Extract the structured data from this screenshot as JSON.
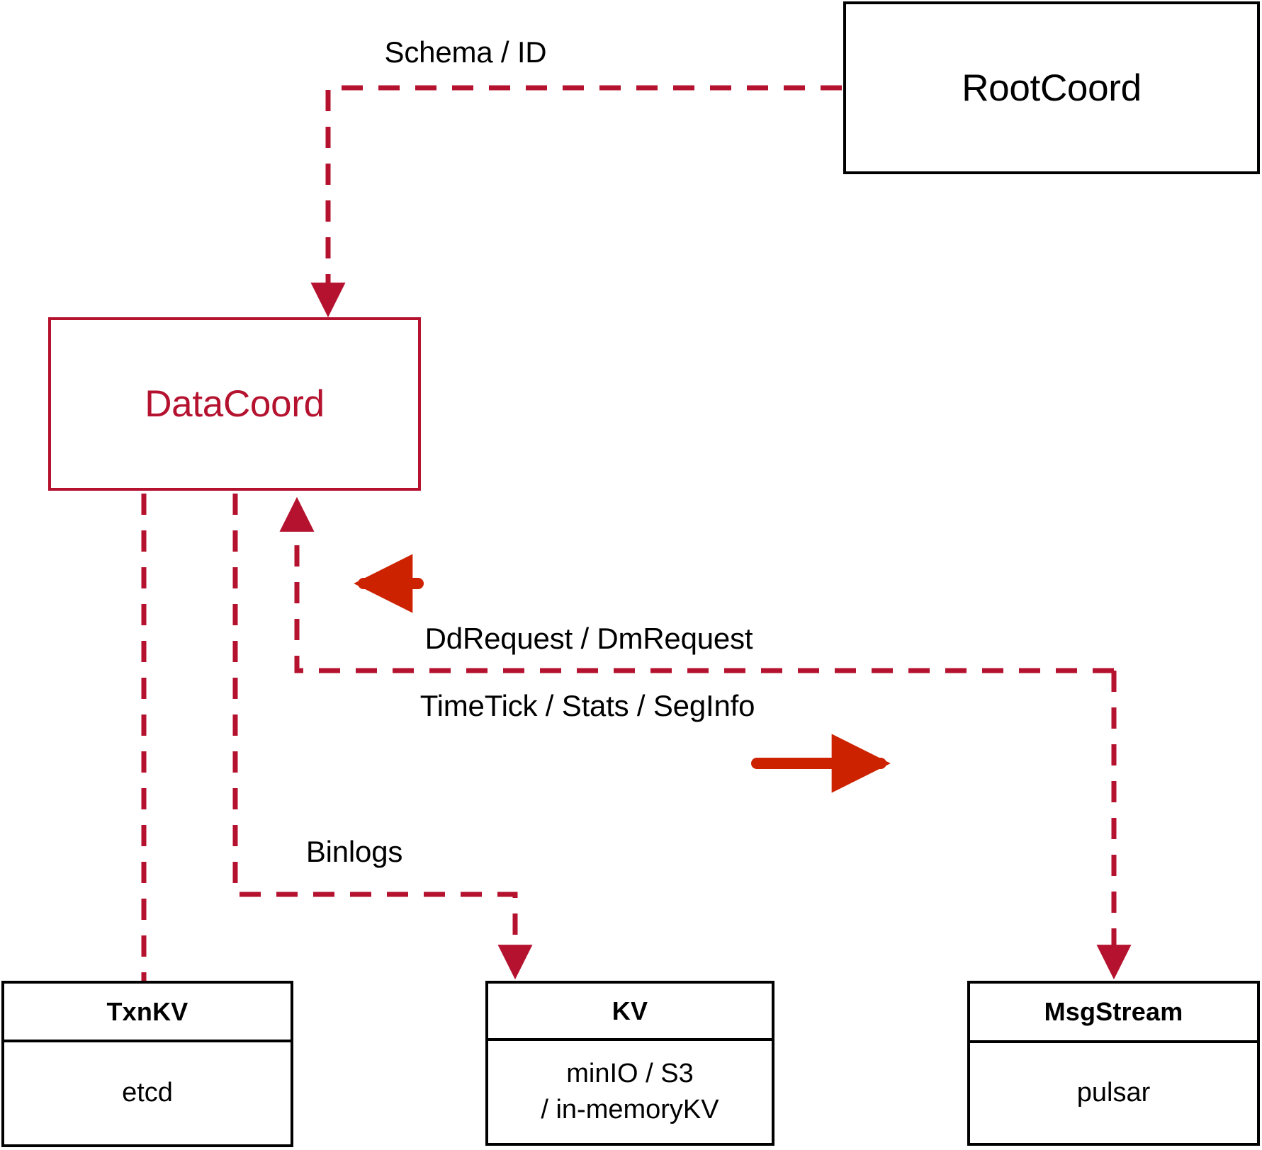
{
  "diagram": {
    "title": "DataCoord component architecture",
    "colors": {
      "accent": "#B4122E",
      "arrow_solid": "#CC2200",
      "outline": "#000000",
      "background": "#FFFFFF"
    },
    "nodes": {
      "rootcoord": {
        "label": "RootCoord"
      },
      "datacoord": {
        "label": "DataCoord"
      },
      "txnkv": {
        "title": "TxnKV",
        "impl_line1": "etcd"
      },
      "kv": {
        "title": "KV",
        "impl_line1": "minIO / S3",
        "impl_line2": "/ in-memoryKV"
      },
      "msgstream": {
        "title": "MsgStream",
        "impl_line1": "pulsar"
      }
    },
    "edge_labels": {
      "schema_id": "Schema / ID",
      "dd_dm_request": "DdRequest / DmRequest",
      "timetick_stats_seginfo": "TimeTick / Stats / SegInfo",
      "binlogs": "Binlogs"
    }
  }
}
